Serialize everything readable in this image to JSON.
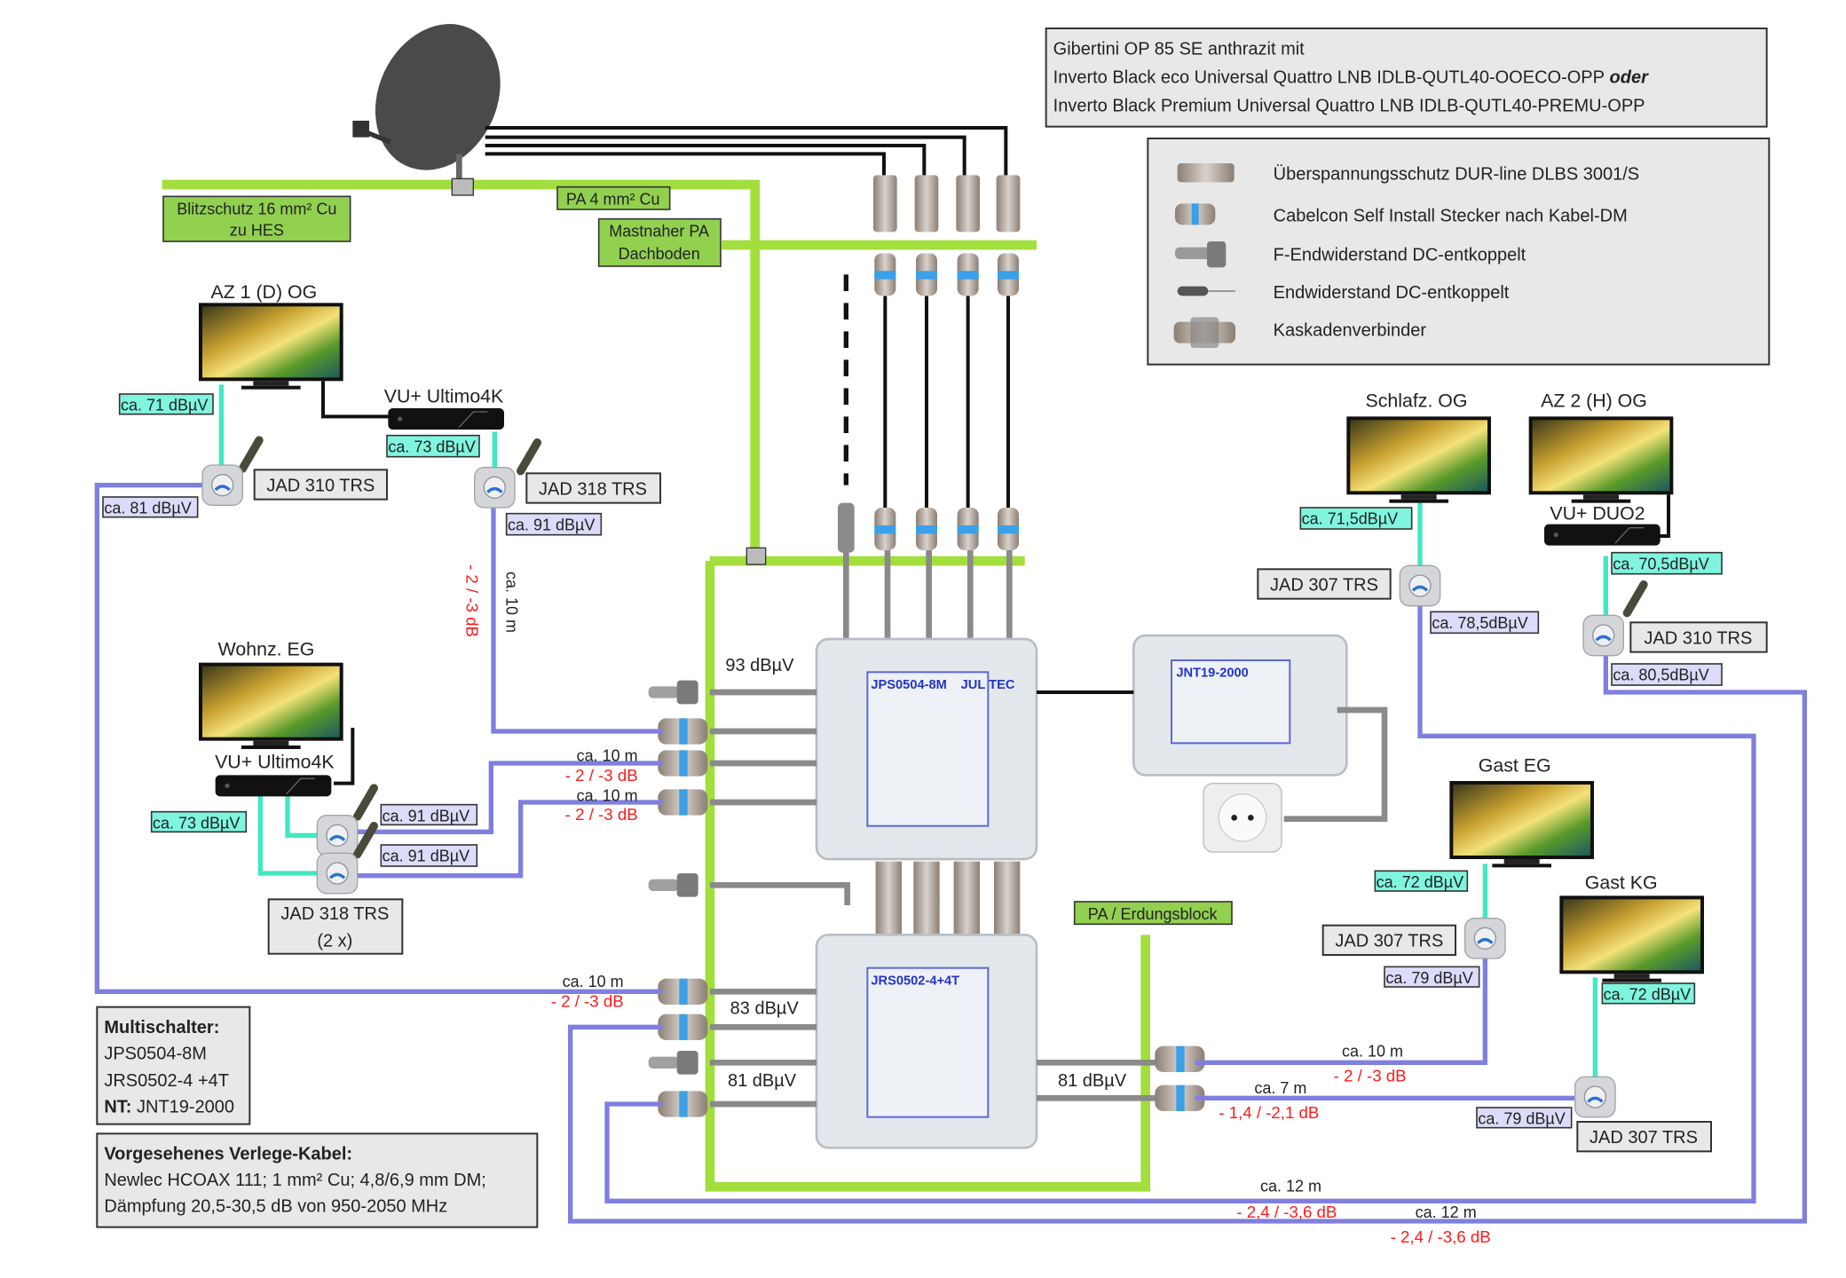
{
  "info_box": {
    "line1": "Gibertini OP 85 SE anthrazit mit",
    "line2": "Inverto Black eco Universal Quattro LNB  IDLB-QUTL40-OOECO-OPP",
    "line2_em": "oder",
    "line3": "Inverto Black Premium Universal Quattro LNB  IDLB-QUTL40-PREMU-OPP"
  },
  "legend": [
    {
      "icon": "surge-protector-icon",
      "label": "Überspannungsschutz DUR-line DLBS 3001/S"
    },
    {
      "icon": "f-connector-icon",
      "label": "Cabelcon Self Install Stecker nach Kabel-DM"
    },
    {
      "icon": "f-terminator-icon",
      "label": "F-Endwiderstand DC-entkoppelt"
    },
    {
      "icon": "terminator-icon",
      "label": "Endwiderstand DC-entkoppelt"
    },
    {
      "icon": "cascade-connector-icon",
      "label": "Kaskadenverbinder"
    }
  ],
  "grounding": {
    "blitzschutz_1": "Blitzschutz 16 mm² Cu",
    "blitzschutz_2": "zu HES",
    "pa": "PA 4 mm² Cu",
    "mast_pa_1": "Mastnaher PA",
    "mast_pa_2": "Dachboden",
    "erdungsblock": "PA / Erdungsblock"
  },
  "rooms": {
    "az1": "AZ 1 (D) OG",
    "wohnz": "Wohnz. EG",
    "schlafz": "Schlafz. OG",
    "az2": "AZ 2 (H) OG",
    "gast_eg": "Gast EG",
    "gast_kg": "Gast KG"
  },
  "receivers": {
    "az1": "VU+ Ultimo4K",
    "wohnz": "VU+ Ultimo4K",
    "az2": "VU+ DUO2"
  },
  "sockets": {
    "az1": "JAD 310 TRS",
    "az1_rx": "JAD 318 TRS",
    "wohnz_1": "JAD 318 TRS",
    "wohnz_2": "(2 x)",
    "schlafz": "JAD 307 TRS",
    "az2": "JAD 310 TRS",
    "gast_eg": "JAD 307 TRS",
    "gast_kg": "JAD 307 TRS"
  },
  "levels": {
    "az1_tv": "ca. 71 dBµV",
    "az1_rx": "ca. 73 dBµV",
    "az1_in": "ca. 81 dBµV",
    "az1_rx_in": "ca. 91 dBµV",
    "wohnz_rx": "ca. 73 dBµV",
    "wohnz_in1": "ca. 91 dBµV",
    "wohnz_in2": "ca. 91 dBµV",
    "schlafz_tv": "ca. 71,5dBµV",
    "schlafz_in": "ca. 78,5dBµV",
    "az2_rx": "ca. 70,5dBµV",
    "az2_in": "ca. 80,5dBµV",
    "gast_eg_tv": "ca. 72 dBµV",
    "gast_eg_in": "ca. 79 dBµV",
    "gast_kg_tv": "ca. 72 dBµV",
    "gast_kg_in": "ca. 79 dBµV",
    "switch1_out": "93 dBµV",
    "switch2_out_a": "83 dBµV",
    "switch2_out_b": "81 dBµV",
    "switch2_out_c": "81 dBµV"
  },
  "cables": {
    "az1_rx_len": "ca. 10 m",
    "az1_rx_loss": "- 2 / -3 dB",
    "wohnz1_len": "ca. 10 m",
    "wohnz1_loss": "- 2 / -3 dB",
    "wohnz2_len": "ca. 10 m",
    "wohnz2_loss": "- 2 / -3 dB",
    "az1_len": "ca. 10 m",
    "az1_loss": "- 2 / -3 dB",
    "gast_eg_len": "ca. 10 m",
    "gast_eg_loss": "- 2 / -3 dB",
    "gast_kg_len": "ca. 7 m",
    "gast_kg_loss": "- 1,4 / -2,1 dB",
    "schlafz_len": "ca. 12 m",
    "schlafz_loss": "- 2,4 / -3,6 dB",
    "az2_len": "ca. 12 m",
    "az2_loss": "- 2,4 / -3,6 dB"
  },
  "devices": {
    "switch1": "JPS0504-8M",
    "switch2": "JRS0502-4+4T",
    "psu": "JNT19-2000",
    "brand": "JUL TEC"
  },
  "summary": {
    "title": "Multischalter:",
    "item1": "JPS0504-8M",
    "item2": "JRS0502-4 +4T",
    "nt_label": "NT:",
    "nt_value": " JNT19-2000"
  },
  "cable_spec": {
    "title": "Vorgesehenes  Verlege-Kabel:",
    "line1": "Newlec HCOAX 111; 1 mm² Cu; 4,8/6,9  mm DM;",
    "line2": "Dämpfung 20,5-30,5 dB von 950-2050 MHz"
  },
  "colors": {
    "ground": "#a2de3c",
    "coax": "#7f7fe0",
    "patch": "#40e8c4",
    "loss": "#ff1a1a"
  }
}
